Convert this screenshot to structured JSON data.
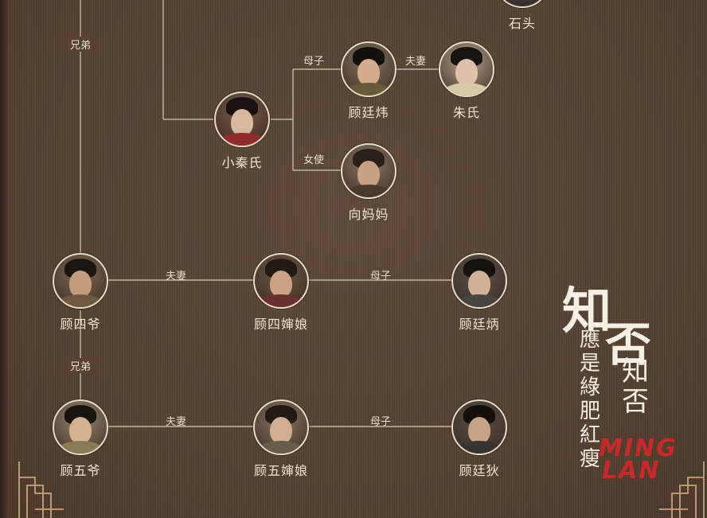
{
  "nodes": {
    "shitou": {
      "name": "石头",
      "skin": "#c9a88a",
      "hair": "#1c1410",
      "robe": "#3a3230",
      "bg": "#6b5b4c"
    },
    "xiaoqinshi": {
      "name": "小秦氏",
      "skin": "#d9b8a0",
      "hair": "#1a1210",
      "robe": "#8e2b2b",
      "bg": "#7a5a48"
    },
    "gutingwei": {
      "name": "顾廷炜",
      "skin": "#d2ac8c",
      "hair": "#14100c",
      "robe": "#6a5a3c",
      "bg": "#857362"
    },
    "zhushi": {
      "name": "朱氏",
      "skin": "#e0c2aa",
      "hair": "#1a1410",
      "robe": "#d8c8a8",
      "bg": "#b8a78e"
    },
    "xiangmama": {
      "name": "向妈妈",
      "skin": "#c7a184",
      "hair": "#2b2018",
      "robe": "#4a3a2c",
      "bg": "#8c7a66"
    },
    "gusiye": {
      "name": "顾四爷",
      "skin": "#c39c7e",
      "hair": "#1c1612",
      "robe": "#6e5a42",
      "bg": "#7e6a56"
    },
    "gusishenniang": {
      "name": "顾四婶娘",
      "skin": "#c9a184",
      "hair": "#221a14",
      "robe": "#6a3030",
      "bg": "#6c5848"
    },
    "gutingbing": {
      "name": "顾廷炳",
      "skin": "#d0b096",
      "hair": "#18120e",
      "robe": "#4a4440",
      "bg": "#5e5248"
    },
    "guwuye": {
      "name": "顾五爷",
      "skin": "#d4b292",
      "hair": "#1a140e",
      "robe": "#8a7a5a",
      "bg": "#9a8a72"
    },
    "guwushenniang": {
      "name": "顾五婶娘",
      "skin": "#cfae92",
      "hair": "#241a14",
      "robe": "#6a5c48",
      "bg": "#8a7864"
    },
    "gutingdi": {
      "name": "顾廷狄",
      "skin": "#c8a486",
      "hair": "#16100c",
      "robe": "#3a3430",
      "bg": "#5a4e44"
    }
  },
  "relations": {
    "brothers_1": "兄弟",
    "brothers_2": "兄弟",
    "mother_son_1": "母子",
    "couple_1": "夫妻",
    "maid": "女使",
    "couple_2": "夫妻",
    "mother_son_2": "母子",
    "couple_3": "夫妻",
    "mother_son_3": "母子"
  },
  "logo": {
    "big_1": "知",
    "big_2": "否",
    "small_col_1": [
      "知",
      "否"
    ],
    "small_col_2": [
      "應",
      "是",
      "綠",
      "肥",
      "紅",
      "瘦"
    ],
    "english_1": "MING",
    "english_2": "LAN"
  },
  "colors": {
    "background": "#5a4635",
    "line": "#d8c9b0",
    "text": "#f1e6d2",
    "accent_red": "#c8282c"
  }
}
